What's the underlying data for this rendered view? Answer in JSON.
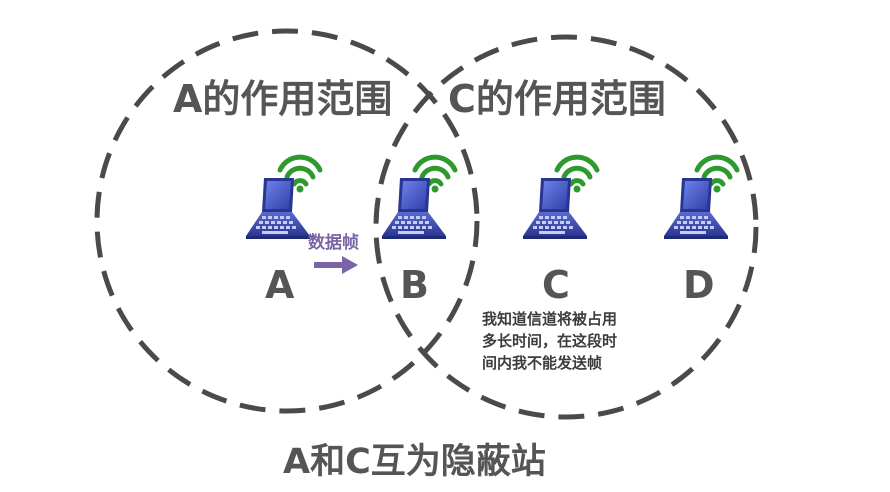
{
  "range_labels": {
    "a": "A的作用范围",
    "c": "C的作用范围"
  },
  "nodes": [
    {
      "id": "A",
      "label": "A"
    },
    {
      "id": "B",
      "label": "B"
    },
    {
      "id": "C",
      "label": "C"
    },
    {
      "id": "D",
      "label": "D"
    }
  ],
  "frame_label": "数据帧",
  "note_lines": [
    "我知道信道将被占用",
    "多长时间，在这段时",
    "间内我不能发送帧"
  ],
  "caption": "A和C互为隐蔽站",
  "colors": {
    "circle": "#4a4a4a",
    "text": "#555555",
    "arrow": "#7a64a8",
    "wifi": "#2e9a2e",
    "laptop_screen": "#3a4cc0",
    "laptop_frame": "#2b3899"
  },
  "icons": {
    "node": "laptop-icon",
    "signal": "wifi-icon",
    "transfer": "arrow-right-icon"
  }
}
